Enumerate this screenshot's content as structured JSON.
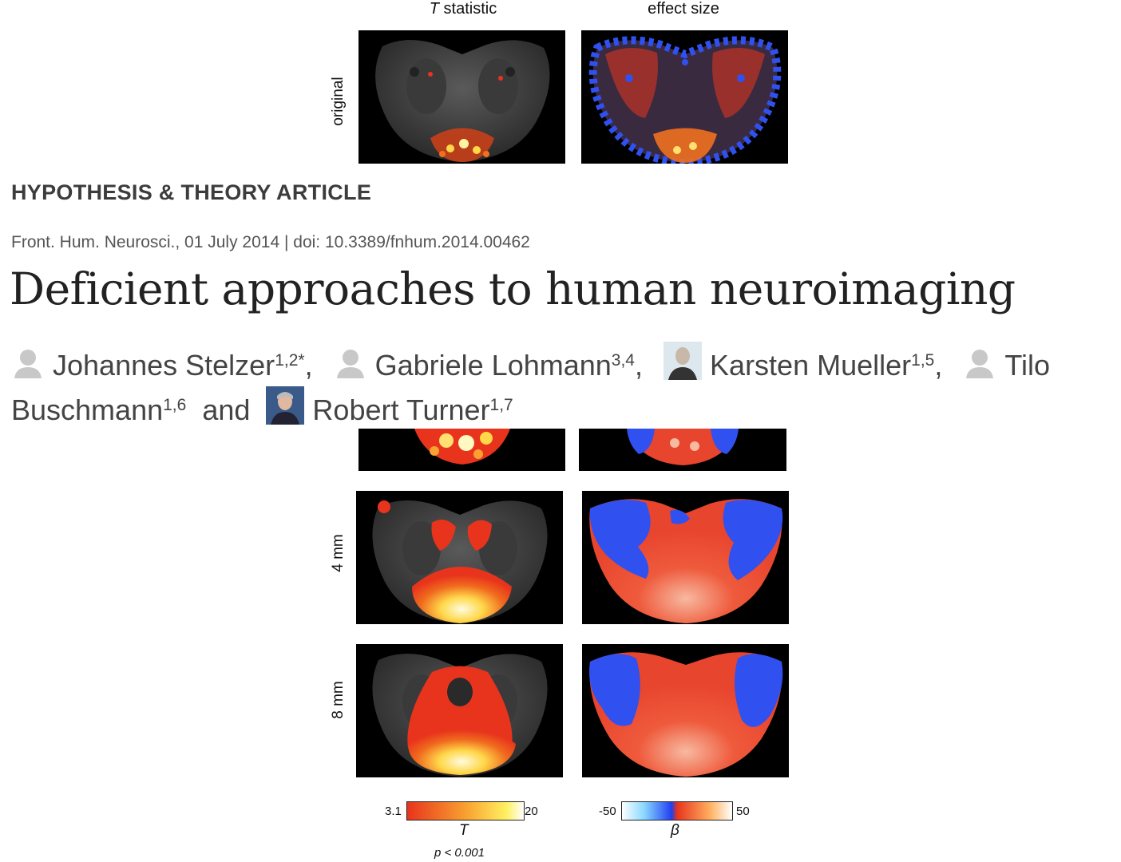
{
  "figure": {
    "col_headers": {
      "t_italic": "T",
      "t_rest": " statistic",
      "effect": "effect size"
    },
    "row_labels": [
      "original",
      "4 mm",
      "8 mm"
    ],
    "colorbar_t": {
      "min": "3.1",
      "max": "20",
      "symbol": "T",
      "note": "p < 0.001"
    },
    "colorbar_beta": {
      "min": "-50",
      "max": "50",
      "symbol": "β"
    },
    "colors": {
      "hot_low": "#e8341c",
      "hot_mid": "#f07020",
      "hot_high": "#fff8b0",
      "cool_low": "#3050f0",
      "cool_high": "#e0f6ff",
      "panel_bg": "#000000"
    }
  },
  "article": {
    "type": "HYPOTHESIS & THEORY ARTICLE",
    "meta": "Front. Hum. Neurosci., 01 July 2014 | doi: 10.3389/fnhum.2014.00462",
    "title": "Deficient approaches to human neuroimaging",
    "authors": [
      {
        "name": "Johannes Stelzer",
        "sup": "1,2*",
        "sep": ",",
        "avatar": "user-silhouette-icon"
      },
      {
        "name": "Gabriele Lohmann",
        "sup": "3,4",
        "sep": ",",
        "avatar": "user-silhouette-icon"
      },
      {
        "name": "Karsten Mueller",
        "sup": "1,5",
        "sep": ",",
        "avatar": "author-photo"
      },
      {
        "name": "Tilo Buschmann",
        "sup": "1,6",
        "sep": "",
        "avatar": "user-silhouette-icon"
      },
      {
        "name": "Robert Turner",
        "sup": "1,7",
        "sep": "",
        "avatar": "author-photo"
      }
    ],
    "and_word": "and"
  }
}
